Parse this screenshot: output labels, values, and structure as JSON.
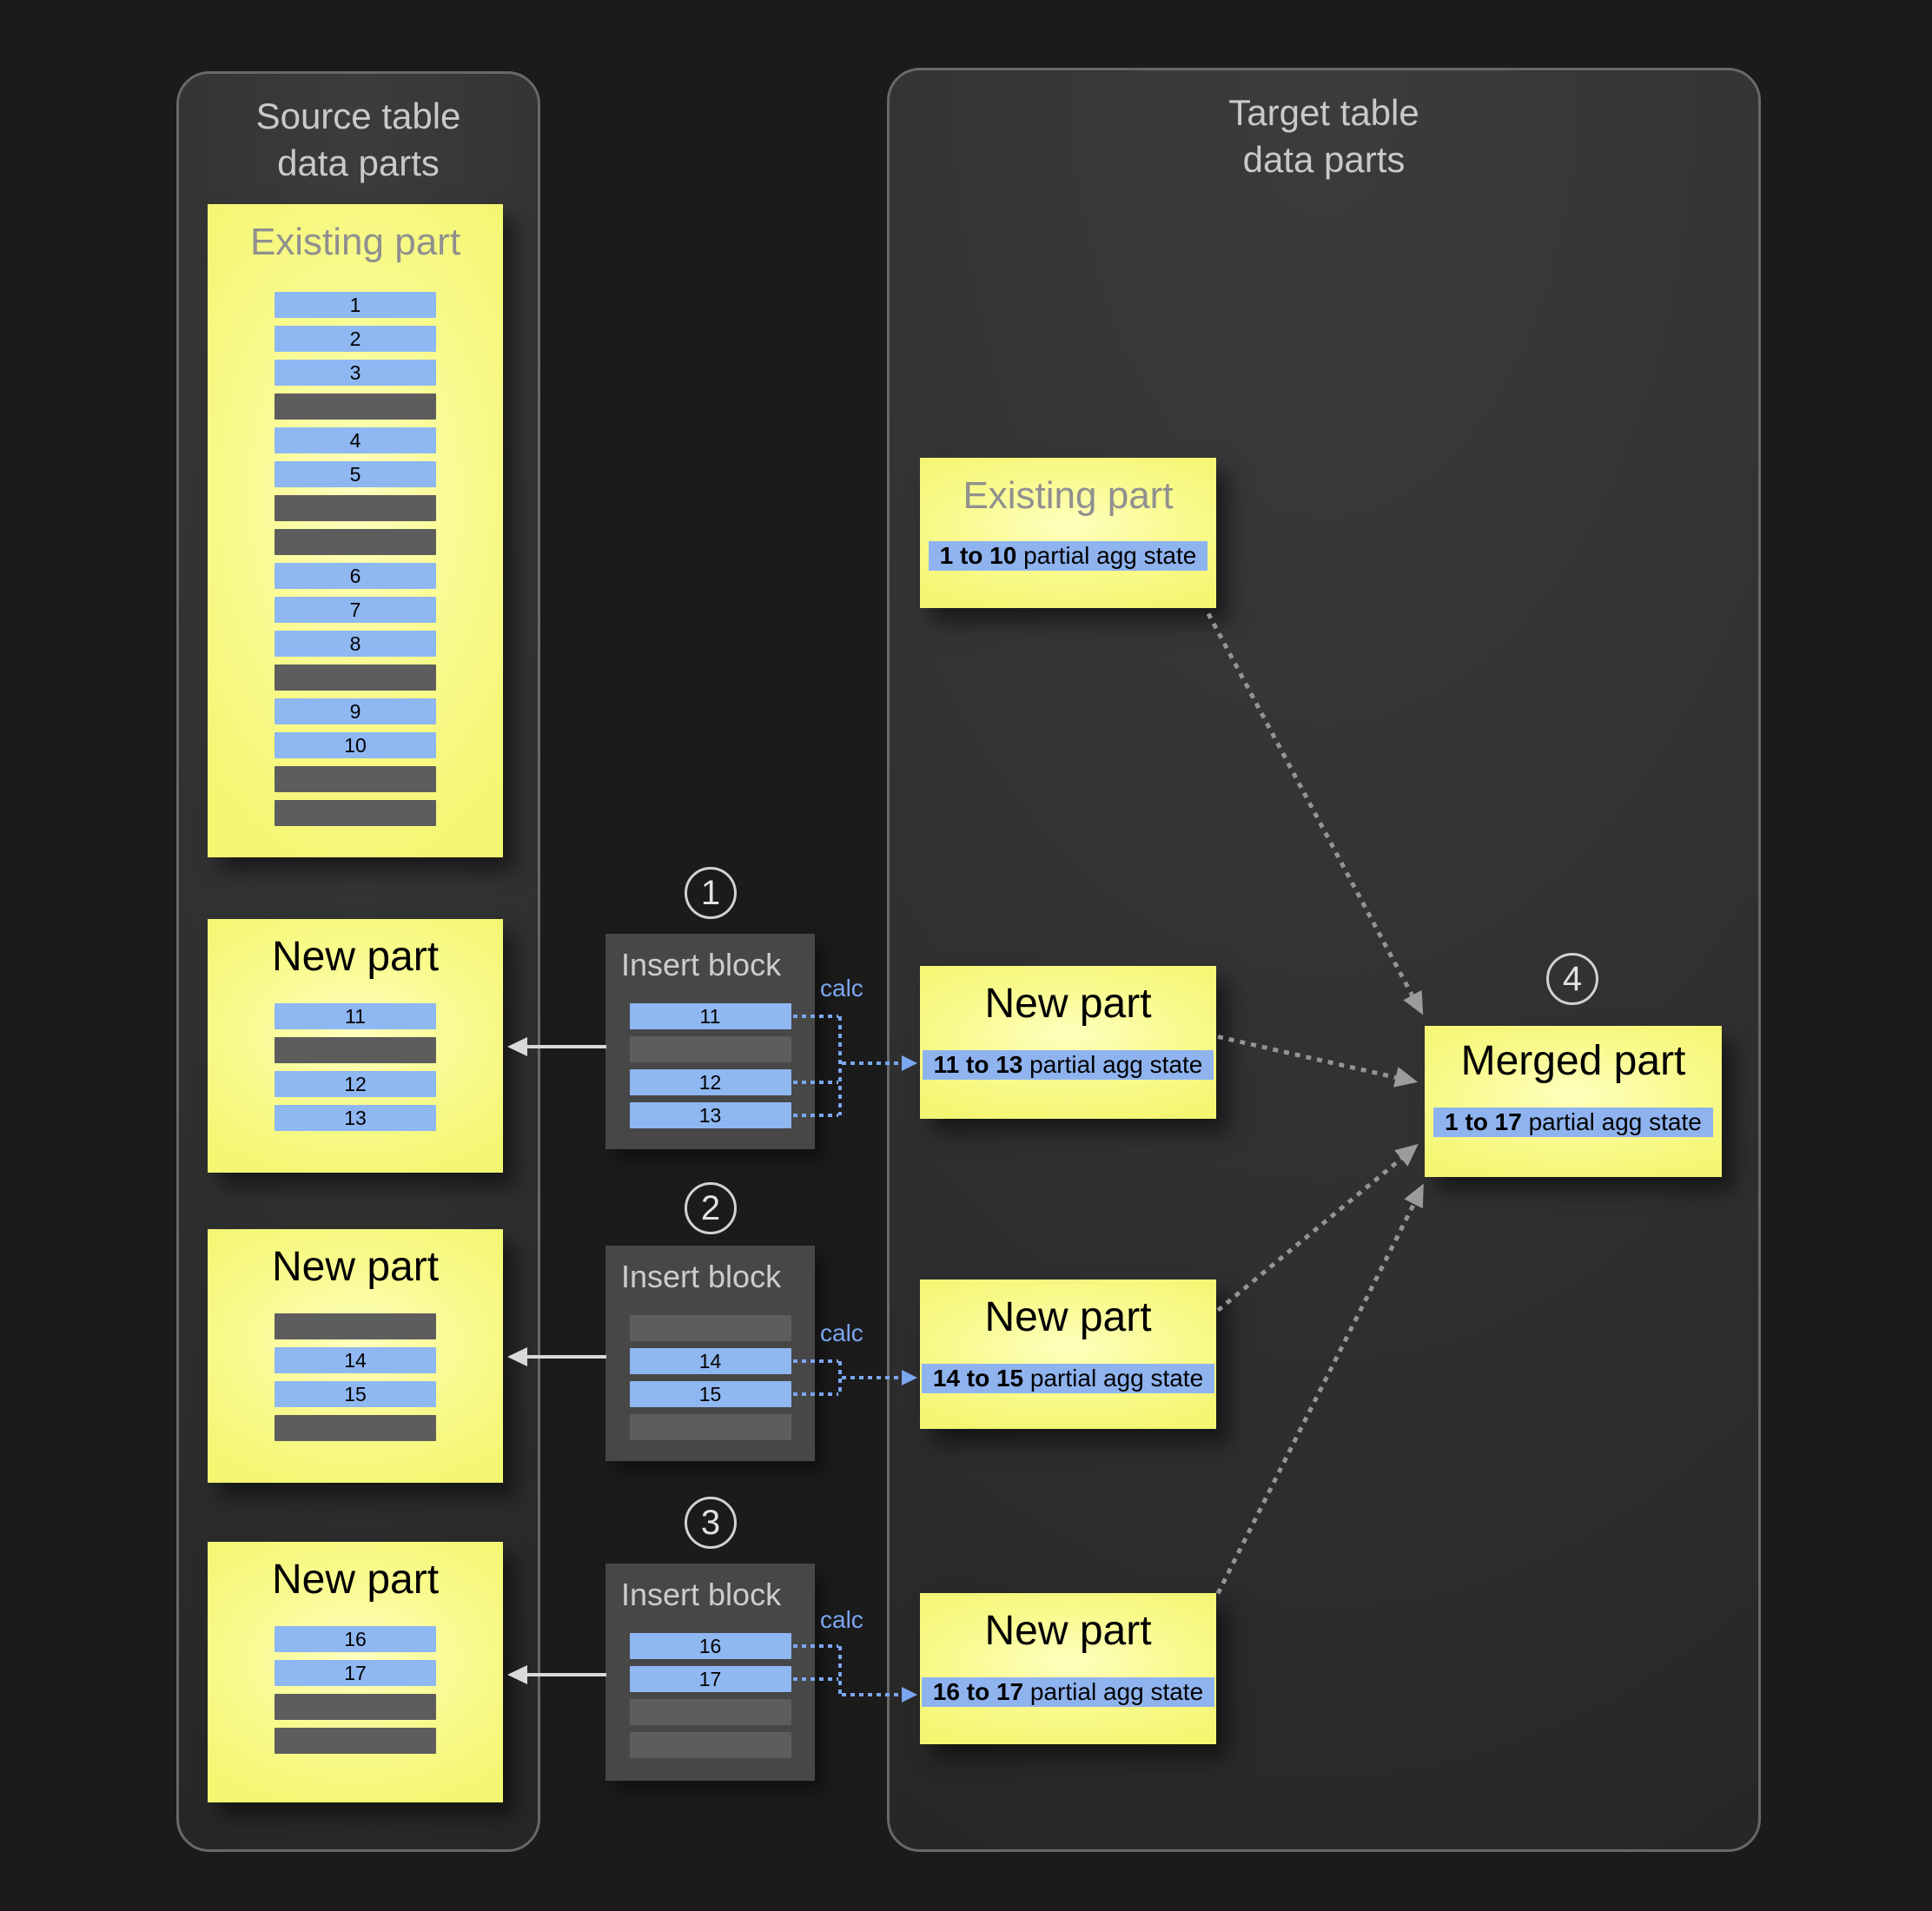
{
  "source_panel": {
    "title_line1": "Source table",
    "title_line2": "data parts",
    "existing_part": {
      "title": "Existing part",
      "rows": [
        {
          "type": "data",
          "label": "1"
        },
        {
          "type": "data",
          "label": "2"
        },
        {
          "type": "data",
          "label": "3"
        },
        {
          "type": "empty"
        },
        {
          "type": "data",
          "label": "4"
        },
        {
          "type": "data",
          "label": "5"
        },
        {
          "type": "empty"
        },
        {
          "type": "empty"
        },
        {
          "type": "data",
          "label": "6"
        },
        {
          "type": "data",
          "label": "7"
        },
        {
          "type": "data",
          "label": "8"
        },
        {
          "type": "empty"
        },
        {
          "type": "data",
          "label": "9"
        },
        {
          "type": "data",
          "label": "10"
        },
        {
          "type": "empty"
        },
        {
          "type": "empty"
        }
      ]
    },
    "new_parts": [
      {
        "title": "New part",
        "rows": [
          {
            "type": "data",
            "label": "11"
          },
          {
            "type": "empty"
          },
          {
            "type": "data",
            "label": "12"
          },
          {
            "type": "data",
            "label": "13"
          }
        ]
      },
      {
        "title": "New part",
        "rows": [
          {
            "type": "empty"
          },
          {
            "type": "data",
            "label": "14"
          },
          {
            "type": "data",
            "label": "15"
          },
          {
            "type": "empty"
          }
        ]
      },
      {
        "title": "New part",
        "rows": [
          {
            "type": "data",
            "label": "16"
          },
          {
            "type": "data",
            "label": "17"
          },
          {
            "type": "empty"
          },
          {
            "type": "empty"
          }
        ]
      }
    ]
  },
  "insert_blocks": [
    {
      "step": "1",
      "title": "Insert block",
      "calc_label": "calc",
      "rows": [
        {
          "type": "data",
          "label": "11"
        },
        {
          "type": "empty"
        },
        {
          "type": "data",
          "label": "12"
        },
        {
          "type": "data",
          "label": "13"
        }
      ]
    },
    {
      "step": "2",
      "title": "Insert block",
      "calc_label": "calc",
      "rows": [
        {
          "type": "empty"
        },
        {
          "type": "data",
          "label": "14"
        },
        {
          "type": "data",
          "label": "15"
        },
        {
          "type": "empty"
        }
      ]
    },
    {
      "step": "3",
      "title": "Insert block",
      "calc_label": "calc",
      "rows": [
        {
          "type": "data",
          "label": "16"
        },
        {
          "type": "data",
          "label": "17"
        },
        {
          "type": "empty"
        },
        {
          "type": "empty"
        }
      ]
    }
  ],
  "target_panel": {
    "title_line1": "Target table",
    "title_line2": "data parts",
    "existing_part": {
      "title": "Existing part",
      "badge": {
        "range": "1 to 10",
        "text": " partial agg state"
      }
    },
    "new_parts": [
      {
        "title": "New part",
        "badge": {
          "range": "11 to 13",
          "text": " partial agg state"
        }
      },
      {
        "title": "New part",
        "badge": {
          "range": "14 to 15",
          "text": " partial agg state"
        }
      },
      {
        "title": "New part",
        "badge": {
          "range": "16 to 17",
          "text": " partial agg state"
        }
      }
    ],
    "merged_part": {
      "step": "4",
      "title": "Merged part",
      "badge": {
        "range": "1 to 17",
        "text": " partial agg state"
      }
    }
  },
  "colors": {
    "page_bg": "#1b1b1b",
    "panel_bg": "#343434",
    "panel_border": "#686868",
    "part_yellow": "#f7f97e",
    "row_blue": "#8fb7f1",
    "row_gray": "#5d5d5d",
    "badge_blue": "#8fb3ef",
    "calc_blue": "#7ba6f0",
    "merge_arrow_gray": "#949494",
    "insert_arrow_white": "#d9d9d9",
    "insert_block_bg": "#474747"
  }
}
